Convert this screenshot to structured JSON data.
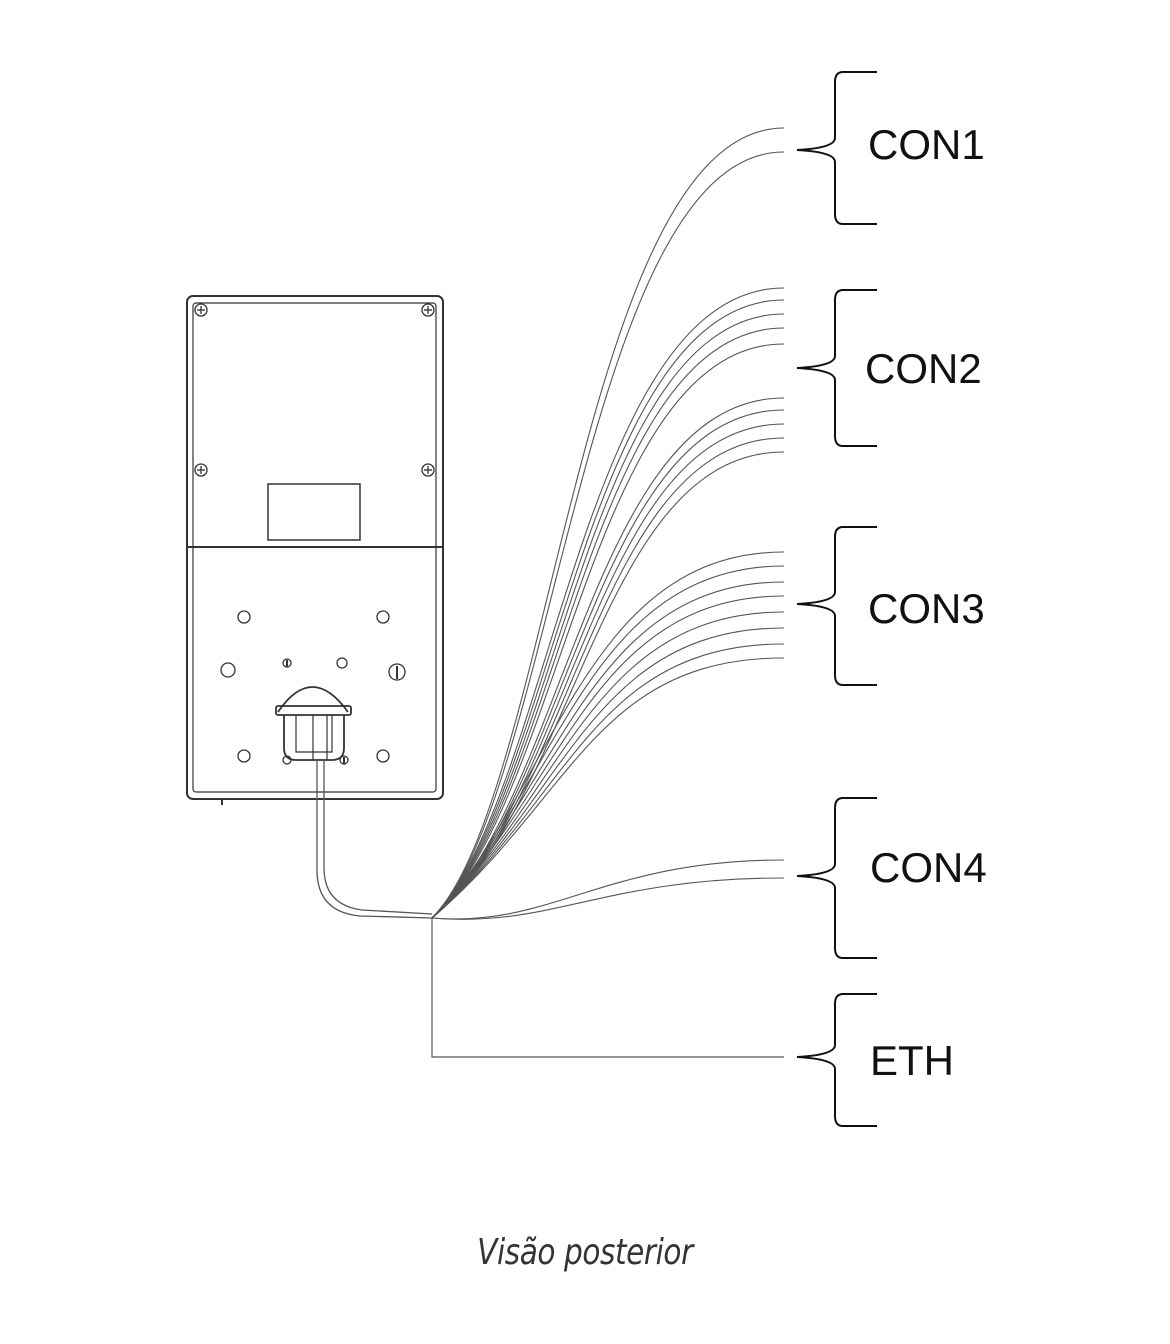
{
  "connectors": [
    {
      "label": "CON1",
      "wire_count": 2
    },
    {
      "label": "CON2",
      "wire_count": 10
    },
    {
      "label": "CON3",
      "wire_count": 8
    },
    {
      "label": "CON4",
      "wire_count": 2
    },
    {
      "label": "ETH",
      "wire_count": 1
    }
  ],
  "caption": "Visão posterior",
  "colors": {
    "line": "#555555",
    "device": "#333333"
  }
}
